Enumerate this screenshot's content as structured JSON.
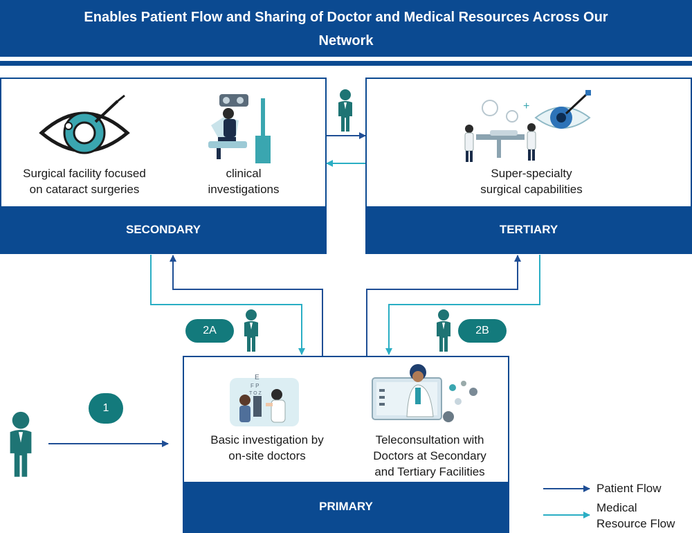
{
  "header": {
    "title_line1": "Enables Patient Flow and Sharing of Doctor and Medical Resources Across Our",
    "title_line2": "Network"
  },
  "secondary": {
    "label": "SECONDARY",
    "items": [
      {
        "icon": "eye-scalpel-icon",
        "caption_line1": "Surgical facility focused",
        "caption_line2": "on cataract surgeries"
      },
      {
        "icon": "eye-exam-chair-icon",
        "caption_line1": "clinical",
        "caption_line2": "investigations"
      }
    ]
  },
  "tertiary": {
    "label": "TERTIARY",
    "items": [
      {
        "icon": "surgery-team-eye-icon",
        "caption_line1": "Super-specialty",
        "caption_line2": "surgical capabilities"
      }
    ]
  },
  "primary": {
    "label": "PRIMARY",
    "items": [
      {
        "icon": "eye-test-doctor-icon",
        "caption_line1": "Basic investigation by",
        "caption_line2": "on-site doctors"
      },
      {
        "icon": "teleconsult-doctor-icon",
        "caption_line1": "Teleconsultation with",
        "caption_line2": "Doctors at Secondary",
        "caption_line3": "and Tertiary Facilities"
      }
    ]
  },
  "badges": {
    "one": "1",
    "two_a": "2A",
    "two_b": "2B"
  },
  "legend": {
    "patient_flow": "Patient Flow",
    "resource_line1": "Medical",
    "resource_line2": "Resource Flow"
  },
  "colors": {
    "navy": "#0b4a91",
    "patient_arrow": "#1f4e95",
    "resource_arrow": "#2aaec4",
    "teal": "#137a7c",
    "person": "#1e7474"
  }
}
